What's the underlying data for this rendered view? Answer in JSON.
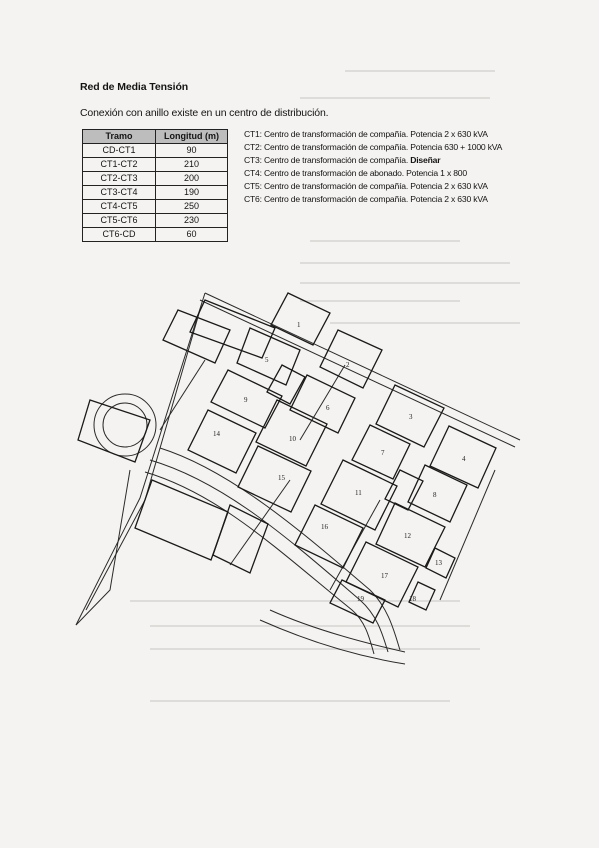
{
  "document": {
    "title": "Red de Media Tensión",
    "subtitle": "Conexión con anillo existe en un centro de distribución."
  },
  "segments_table": {
    "headers": [
      "Tramo",
      "Longitud (m)"
    ],
    "rows": [
      {
        "tramo": "CD-CT1",
        "longitud": "90"
      },
      {
        "tramo": "CT1-CT2",
        "longitud": "210"
      },
      {
        "tramo": "CT2-CT3",
        "longitud": "200"
      },
      {
        "tramo": "CT3-CT4",
        "longitud": "190"
      },
      {
        "tramo": "CT4-CT5",
        "longitud": "250"
      },
      {
        "tramo": "CT5-CT6",
        "longitud": "230"
      },
      {
        "tramo": "CT6-CD",
        "longitud": "60"
      }
    ]
  },
  "transformation_centers": [
    {
      "text": "CT1: Centro de transformación de compañía. Potencia 2 x 630 kVA",
      "highlight": ""
    },
    {
      "text": "CT2: Centro de transformación de compañía. Potencia 630 + 1000 kVA",
      "highlight": ""
    },
    {
      "text": "CT3: Centro de transformación de compañía. ",
      "highlight": "Diseñar"
    },
    {
      "text": "CT4: Centro de transformación de abonado. Potencia 1 x 800",
      "highlight": ""
    },
    {
      "text": "CT5: Centro de transformación de compañía. Potencia 2 x 630 kVA",
      "highlight": ""
    },
    {
      "text": "CT6: Centro de transformación de compañía. Potencia 2 x 630 kVA",
      "highlight": ""
    }
  ],
  "map": {
    "block_numbers": [
      "1",
      "2",
      "3",
      "4",
      "5",
      "6",
      "7",
      "8",
      "9",
      "10",
      "11",
      "12",
      "13",
      "14",
      "15",
      "16",
      "17",
      "18",
      "19"
    ]
  }
}
